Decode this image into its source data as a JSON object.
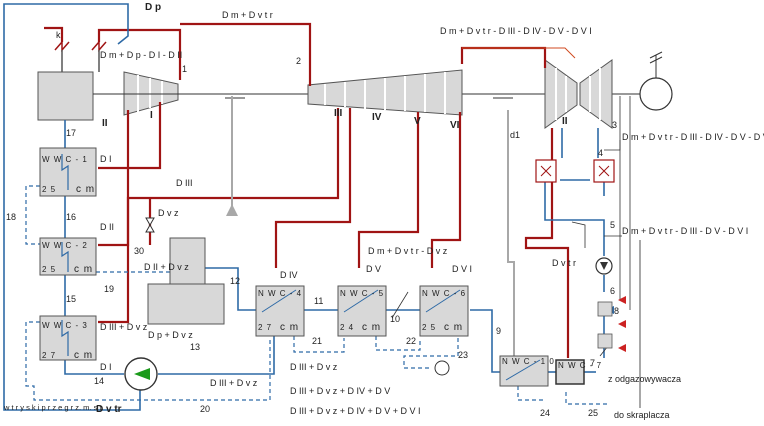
{
  "steam_labels": {
    "dp": "D p",
    "dm_dvtr": "D m + D v t r",
    "boiler_top": "D m + D p - D I - D II",
    "turbine_exit": "D m + D v t r - D III - D IV - D V - D V I",
    "right_a": "D m + D v t r - D III - D IV - D V - D V I",
    "right_b": "D m + D v t r - D III - D V - D V I",
    "d_vtr_small": "D v t r",
    "d_i": "D I",
    "d_ii_a": "D II",
    "d_iii": "D III",
    "d_vz": "D v z",
    "d_ii_plus_dvz": "D II + D v z",
    "d_iii_d_vz": "D III + D v z",
    "d_iv": "D IV",
    "d_v": "D V",
    "d_vi": "D V I",
    "d_vtr_vz": "D m + D v t r - D v z",
    "dp_dvz": "D p + D v z",
    "d_iii_dvz_b": "D III + D v z",
    "d_big": "D v tr",
    "d_ii_dvz_dv": "D III + D v z + D IV + D V",
    "d_iii_dvz_dv_dvi": "D III + D v z + D IV + D V + D V I",
    "d_iii_dvz": "D III + D v z",
    "d_i_text": "D I",
    "wtrysk": "w t r y s k i p r z e g r z. m. s t.",
    "odgazowywacza": "z odgazowywacza",
    "do_skraplacza": "do skraplacza"
  },
  "stage_labels": [
    "I",
    "II",
    "III",
    "IV",
    "V",
    "VI",
    "II"
  ],
  "point_numbers": [
    "1",
    "2",
    "3",
    "4",
    "5",
    "6",
    "7",
    "8",
    "9",
    "10",
    "11",
    "12",
    "13",
    "14",
    "15",
    "16",
    "17",
    "18",
    "19",
    "20",
    "21",
    "22",
    "23",
    "24",
    "25",
    "30",
    "k",
    "d1"
  ],
  "heaters": {
    "wwc1": {
      "name": "W W C - 1",
      "value": "2 5",
      "unit": "c m"
    },
    "wwc2": {
      "name": "W W C - 2",
      "value": "2 5",
      "unit": "c m"
    },
    "wwc3": {
      "name": "W W C - 3",
      "value": "2 7",
      "unit": "c m"
    },
    "nwc4": {
      "name": "N W C - 4",
      "value": "2 7",
      "unit": "c m"
    },
    "nwc5": {
      "name": "N W C - 5",
      "value": "2 4",
      "unit": "c m"
    },
    "nwc6": {
      "name": "N W C - 6",
      "value": "2 5",
      "unit": "c m"
    },
    "nwc10": {
      "name": "N W C - 1 0",
      "value": "",
      "unit": ""
    },
    "nwc7": {
      "name": "N W C - 7",
      "value": "",
      "unit": ""
    }
  },
  "colors": {
    "steam": "#a01414",
    "water": "#2e6aa6",
    "bleed_grey": "#a8a8a8",
    "pump_green": "#1a9a1a",
    "valve_red": "#cc2222",
    "turbine_fill": "#d8d8d8"
  }
}
